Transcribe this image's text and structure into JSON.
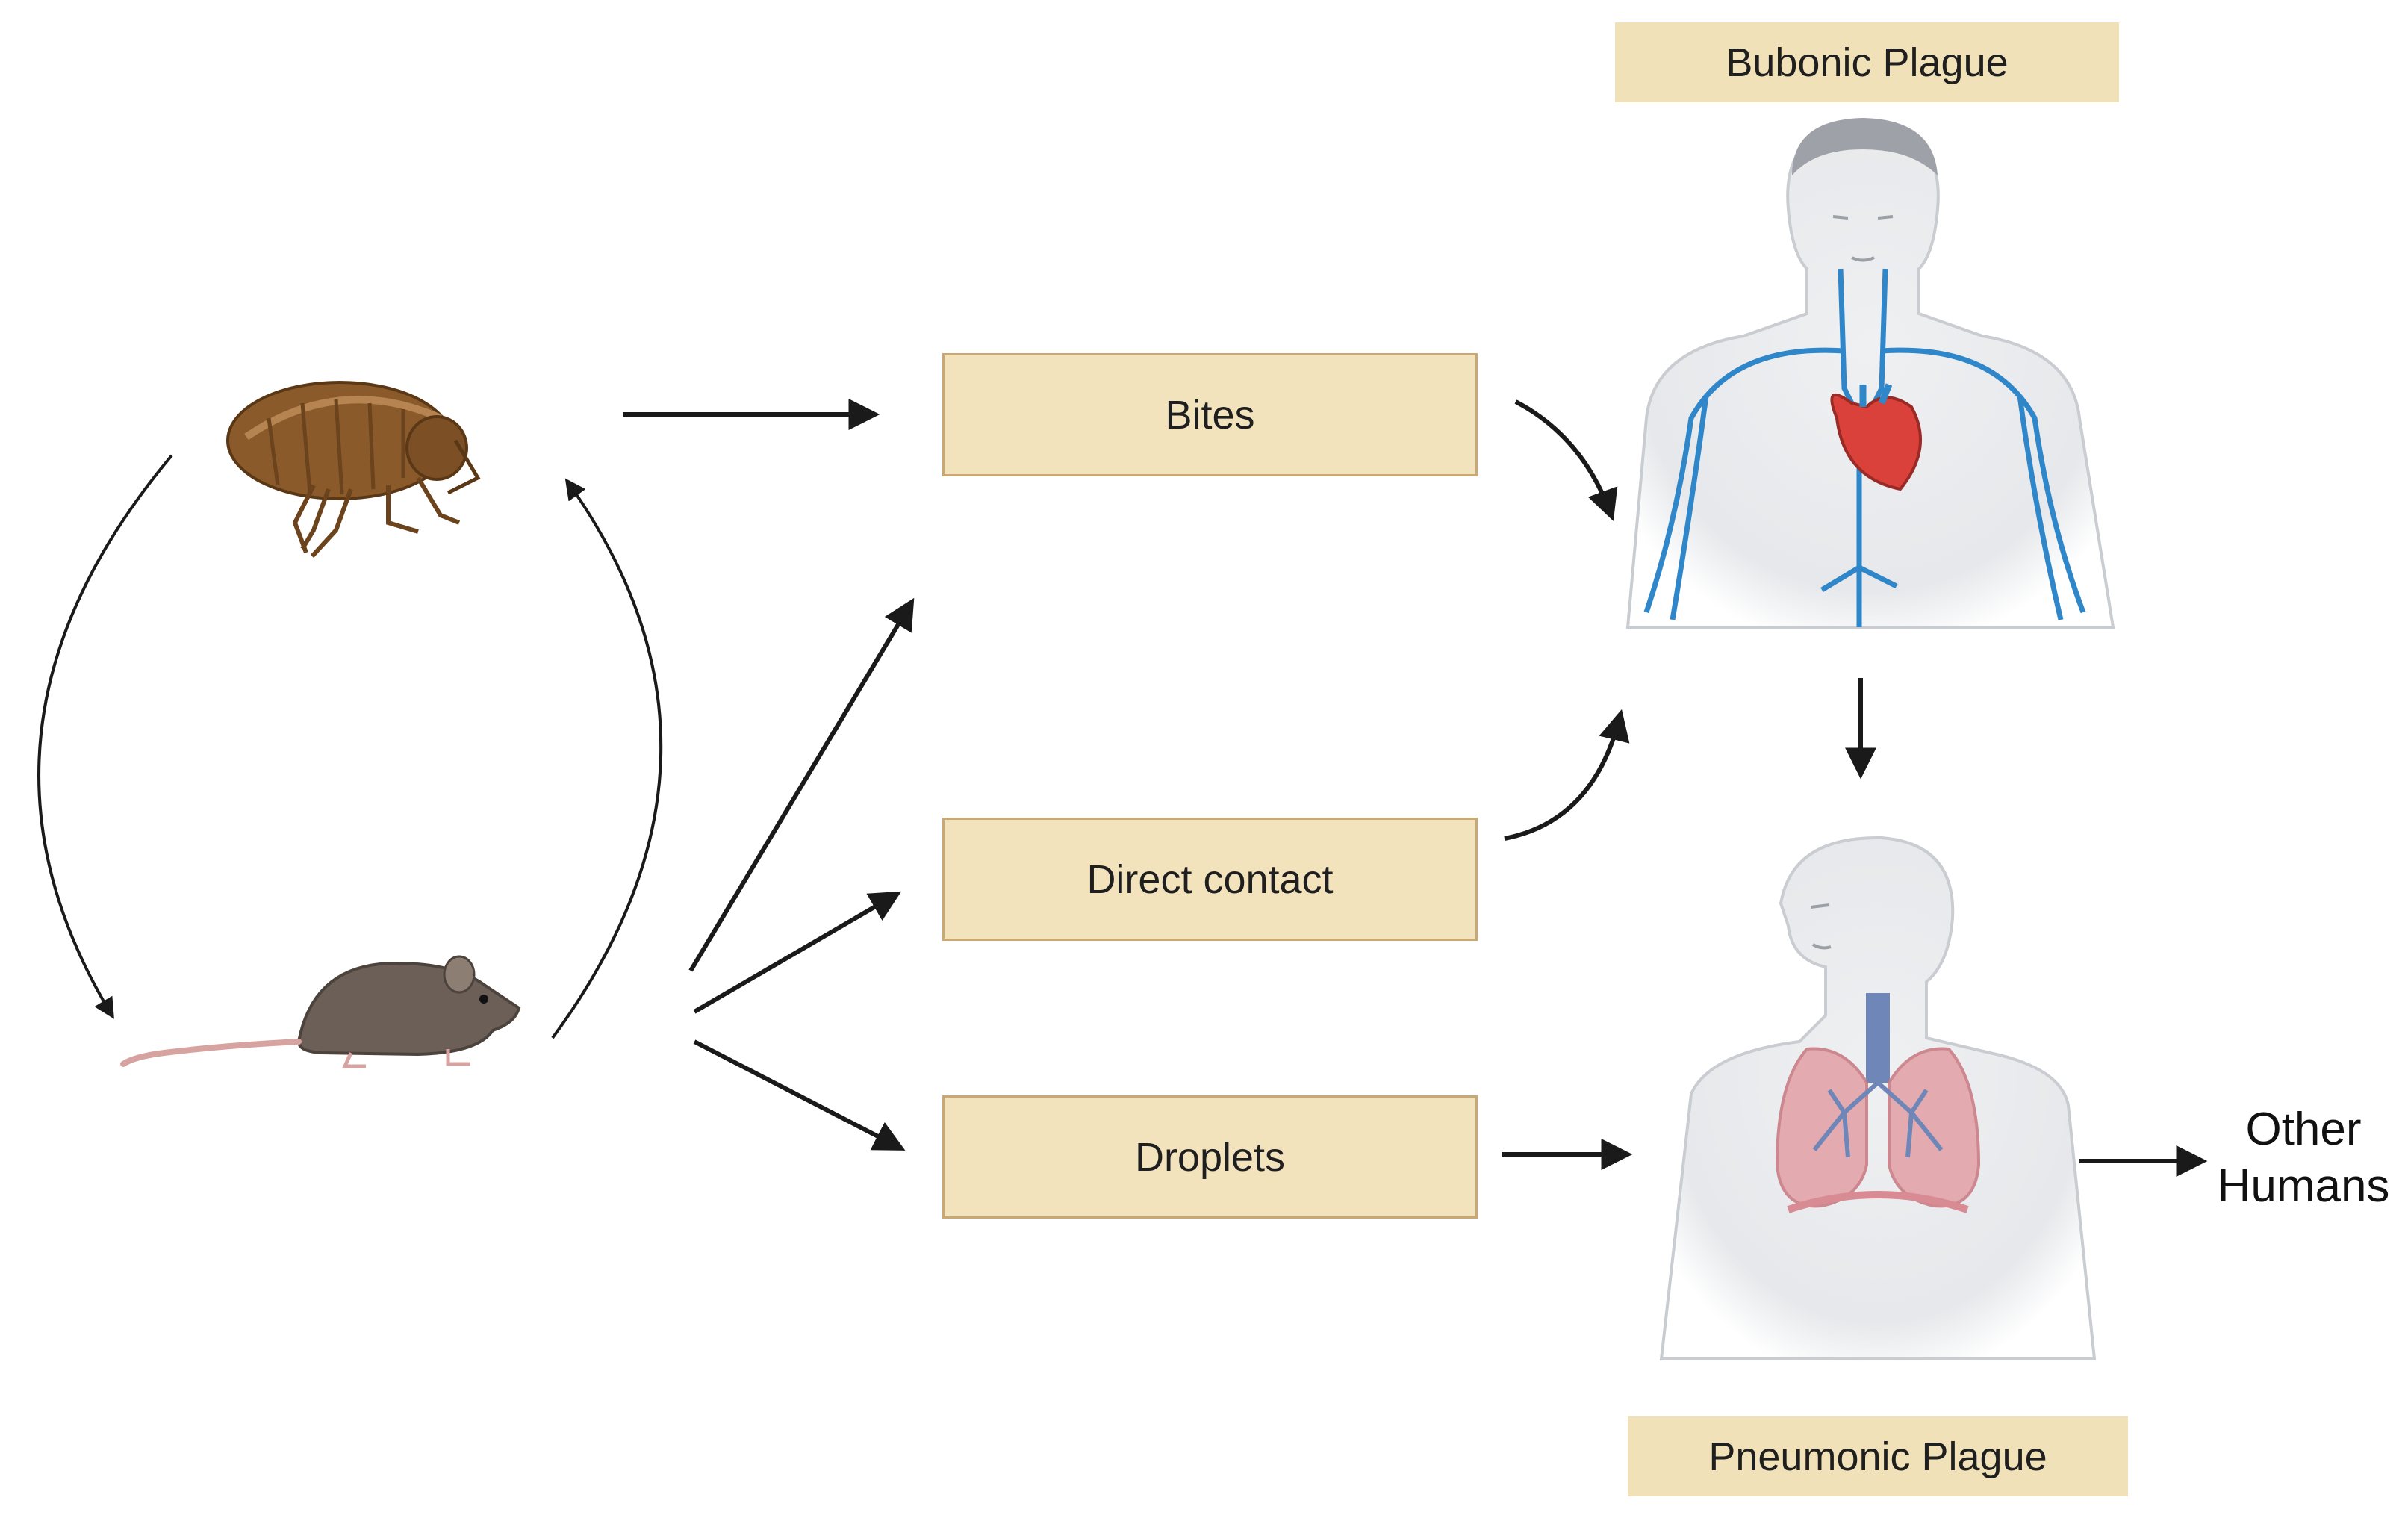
{
  "labels": {
    "bubonic": "Bubonic Plague",
    "pneumonic": "Pneumonic Plague",
    "other_humans_line1": "Other",
    "other_humans_line2": "Humans"
  },
  "routes": {
    "bites": "Bites",
    "direct_contact": "Direct contact",
    "droplets": "Droplets"
  },
  "icons": [
    "flea-icon",
    "rat-icon",
    "human-circulatory-icon",
    "human-respiratory-icon"
  ],
  "colors": {
    "box_fill": "#f3e3bd",
    "box_border": "#c9a873",
    "arrow": "#1a1a1a",
    "vein_blue": "#2f86c8",
    "heart_red": "#d9413a",
    "lung_pink": "#e3a3a9",
    "trachea_blue": "#6f86b8",
    "flea_brown": "#8a5a2b",
    "rat_gray": "#6b5f57"
  }
}
